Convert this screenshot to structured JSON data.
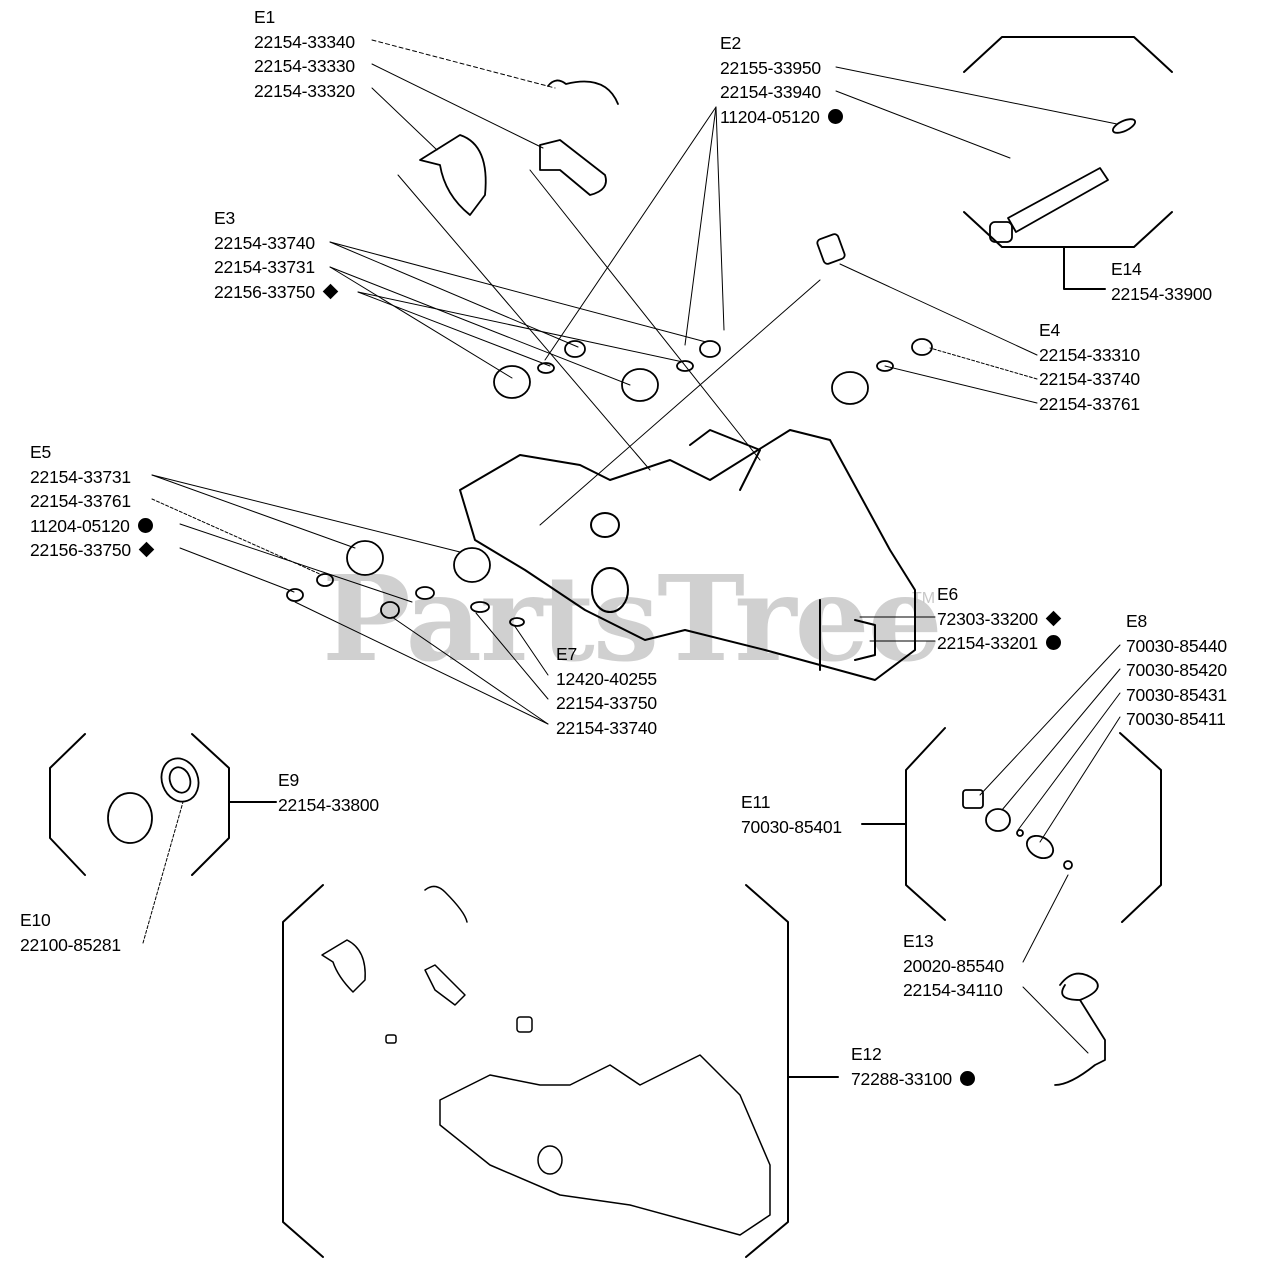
{
  "watermark": {
    "text": "PartsTree",
    "tm": "TM"
  },
  "groups": [
    {
      "id": "E1",
      "parts": [
        {
          "number": "22154-33340",
          "marker": ""
        },
        {
          "number": "22154-33330",
          "marker": ""
        },
        {
          "number": "22154-33320",
          "marker": ""
        }
      ]
    },
    {
      "id": "E2",
      "parts": [
        {
          "number": "22155-33950",
          "marker": ""
        },
        {
          "number": "22154-33940",
          "marker": ""
        },
        {
          "number": "11204-05120",
          "marker": "circle"
        }
      ]
    },
    {
      "id": "E3",
      "parts": [
        {
          "number": "22154-33740",
          "marker": ""
        },
        {
          "number": "22154-33731",
          "marker": ""
        },
        {
          "number": "22156-33750",
          "marker": "diamond"
        }
      ]
    },
    {
      "id": "E14",
      "parts": [
        {
          "number": "22154-33900",
          "marker": ""
        }
      ]
    },
    {
      "id": "E4",
      "parts": [
        {
          "number": "22154-33310",
          "marker": ""
        },
        {
          "number": "22154-33740",
          "marker": ""
        },
        {
          "number": "22154-33761",
          "marker": ""
        }
      ]
    },
    {
      "id": "E5",
      "parts": [
        {
          "number": "22154-33731",
          "marker": ""
        },
        {
          "number": "22154-33761",
          "marker": ""
        },
        {
          "number": "11204-05120",
          "marker": "circle"
        },
        {
          "number": "22156-33750",
          "marker": "diamond"
        }
      ]
    },
    {
      "id": "E6",
      "parts": [
        {
          "number": "72303-33200",
          "marker": "diamond"
        },
        {
          "number": "22154-33201",
          "marker": "circle"
        }
      ]
    },
    {
      "id": "E7",
      "parts": [
        {
          "number": "12420-40255",
          "marker": ""
        },
        {
          "number": "22154-33750",
          "marker": ""
        },
        {
          "number": "22154-33740",
          "marker": ""
        }
      ]
    },
    {
      "id": "E8",
      "parts": [
        {
          "number": "70030-85440",
          "marker": ""
        },
        {
          "number": "70030-85420",
          "marker": ""
        },
        {
          "number": "70030-85431",
          "marker": ""
        },
        {
          "number": "70030-85411",
          "marker": ""
        }
      ]
    },
    {
      "id": "E9",
      "parts": [
        {
          "number": "22154-33800",
          "marker": ""
        }
      ]
    },
    {
      "id": "E10",
      "parts": [
        {
          "number": "22100-85281",
          "marker": ""
        }
      ]
    },
    {
      "id": "E11",
      "parts": [
        {
          "number": "70030-85401",
          "marker": ""
        }
      ]
    },
    {
      "id": "E12",
      "parts": [
        {
          "number": "72288-33100",
          "marker": "circle"
        }
      ]
    },
    {
      "id": "E13",
      "parts": [
        {
          "number": "20020-85540",
          "marker": ""
        },
        {
          "number": "22154-34110",
          "marker": ""
        }
      ]
    }
  ]
}
